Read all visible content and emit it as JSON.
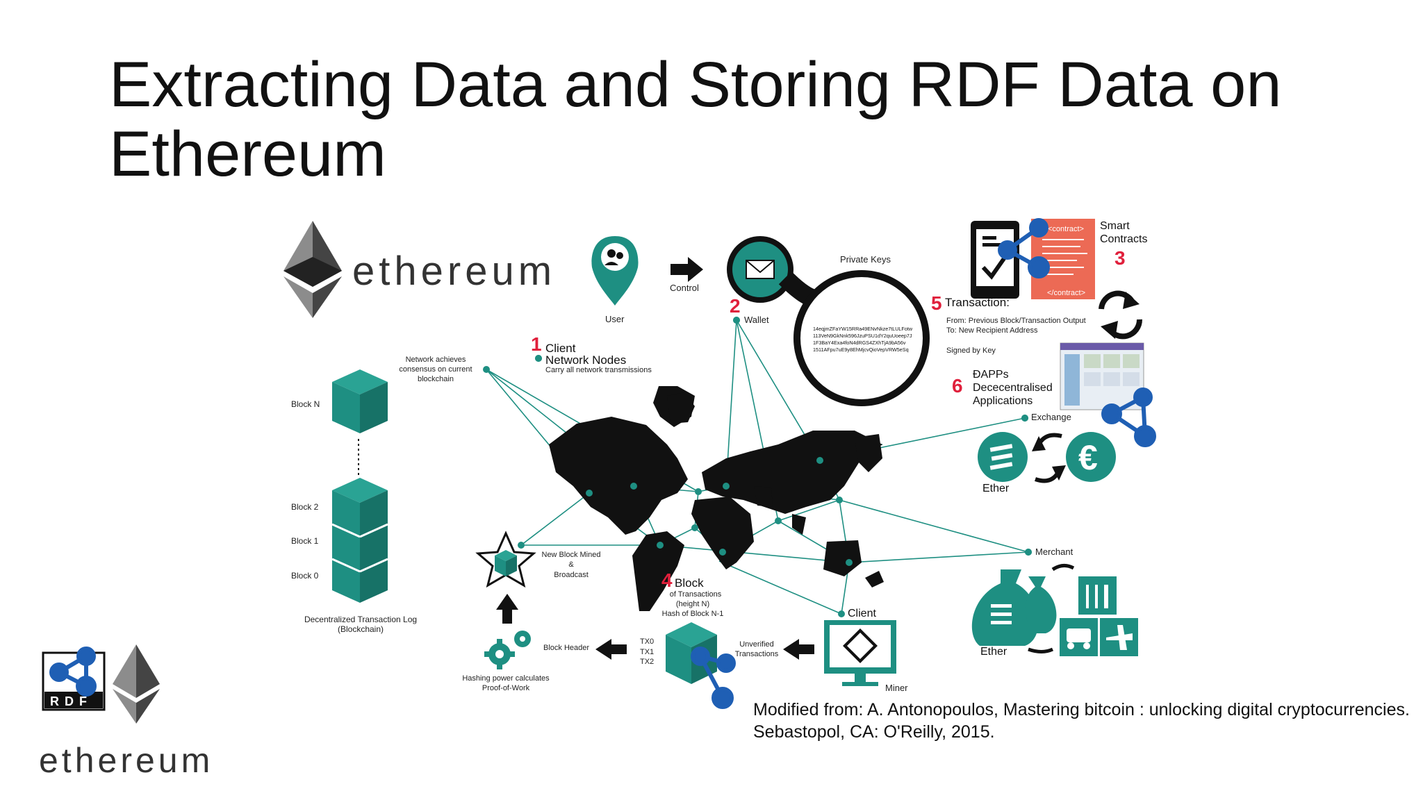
{
  "slide": {
    "title_line1": "Extracting Data and Storing RDF Data on",
    "title_line2": "Ethereum",
    "citation_line1": "Modified from: A. Antonopoulos, Mastering bitcoin : unlocking digital cryptocurrencies.",
    "citation_line2": "Sebastopol, CA: O'Reilly, 2015."
  },
  "colors": {
    "teal": "#1e8f82",
    "dark": "#111111",
    "accent_red": "#e0203c",
    "rdf_blue": "#1f5fb4"
  },
  "logos": {
    "ethereum_word": "ethereum",
    "rdf_word": "RDF",
    "bottom_ethereum_word": "ethereum"
  },
  "diagram": {
    "user": "User",
    "control": "Control",
    "wallet_num": "2",
    "wallet": "Wallet",
    "private_keys": "Private Keys",
    "key_lines": [
      "14eqjmZFaYW15RRa49ENvNkze7tLULFotw",
      "113VeN9GkNnk596JzuPSU1dY2quUoeep7J",
      "1F3BaY4Exa4foN4dRGS4ZXhTjA9bA56v",
      "1511AFpu7uE9y8EhMjcvQioVepVRW5eSq"
    ],
    "client1_num": "1",
    "client1_a": "Client",
    "client1_b": "Network Nodes",
    "client1_c": "Carry all network transmissions",
    "consensus": [
      "Network achieves",
      "consensus on current",
      "blockchain"
    ],
    "block_n": "Block N",
    "block_2": "Block 2",
    "block_1": "Block 1",
    "block_0": "Block 0",
    "ledger": [
      "Decentralized Transaction Log",
      "(Blockchain)"
    ],
    "new_block": [
      "New Block Mined",
      "&",
      "Broadcast"
    ],
    "block_header": "Block Header",
    "hashing": [
      "Hashing power calculates",
      "Proof-of-Work"
    ],
    "block4_num": "4",
    "block4_title": "Block",
    "block4_lines": [
      "of Transactions",
      "(height N)",
      "Hash of Block N-1"
    ],
    "tx_lines": [
      "TX0",
      "TX1",
      "TX2"
    ],
    "unverified": [
      "Unverified",
      "Transactions"
    ],
    "client_miner": "Client",
    "miner": "Miner",
    "smart_contracts": [
      "Smart",
      "Contracts"
    ],
    "smart_num": "3",
    "contract_top": "<contract>",
    "contract_bottom": "</contract>",
    "tx5_num": "5",
    "tx5_title": "Transaction:",
    "tx5_lines": [
      "From: Previous Block/Transaction Output",
      "To: New Recipient Address"
    ],
    "signed_by_key": "Signed by Key",
    "dapps_num": "6",
    "dapps": [
      "ĐAPPs",
      "Dececentralised",
      "Applications"
    ],
    "exchange": "Exchange",
    "ether1": "Ether",
    "euro_symbol": "€",
    "merchant": "Merchant",
    "ether2": "Ether"
  }
}
